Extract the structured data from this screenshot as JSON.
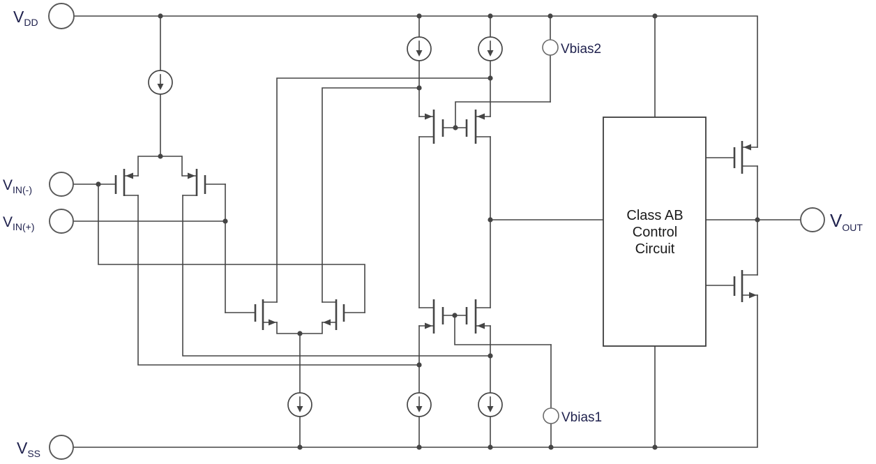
{
  "diagram": {
    "terminals": {
      "vdd": {
        "main": "V",
        "sub": "DD"
      },
      "vin_minus": {
        "main": "V",
        "sub": "IN(-)"
      },
      "vin_plus": {
        "main": "V",
        "sub": "IN(+)"
      },
      "vss": {
        "main": "V",
        "sub": "SS"
      },
      "vout": {
        "main": "V",
        "sub": "OUT"
      },
      "vbias2": {
        "label": "Vbias2"
      },
      "vbias1": {
        "label": "Vbias1"
      }
    },
    "block": {
      "line1": "Class AB",
      "line2": "Control",
      "line3": "Circuit"
    },
    "colors": {
      "wire": "#454545",
      "label": "#20224e",
      "block_text": "#1a1a1a",
      "background": "#ffffff"
    }
  }
}
